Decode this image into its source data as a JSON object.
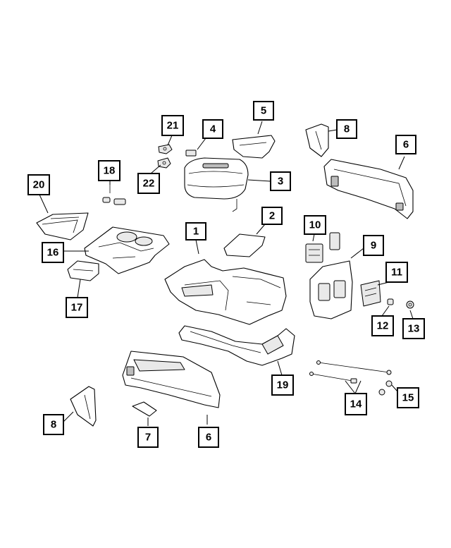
{
  "diagram": {
    "callouts": [
      {
        "id": "c1",
        "label": "1"
      },
      {
        "id": "c2",
        "label": "2"
      },
      {
        "id": "c3",
        "label": "3"
      },
      {
        "id": "c4",
        "label": "4"
      },
      {
        "id": "c5",
        "label": "5"
      },
      {
        "id": "c6a",
        "label": "6"
      },
      {
        "id": "c6b",
        "label": "6"
      },
      {
        "id": "c7",
        "label": "7"
      },
      {
        "id": "c8a",
        "label": "8"
      },
      {
        "id": "c8b",
        "label": "8"
      },
      {
        "id": "c9",
        "label": "9"
      },
      {
        "id": "c10",
        "label": "10"
      },
      {
        "id": "c11",
        "label": "11"
      },
      {
        "id": "c12",
        "label": "12"
      },
      {
        "id": "c13",
        "label": "13"
      },
      {
        "id": "c14",
        "label": "14"
      },
      {
        "id": "c15",
        "label": "15"
      },
      {
        "id": "c16",
        "label": "16"
      },
      {
        "id": "c17",
        "label": "17"
      },
      {
        "id": "c18",
        "label": "18"
      },
      {
        "id": "c19",
        "label": "19"
      },
      {
        "id": "c20",
        "label": "20"
      },
      {
        "id": "c21",
        "label": "21"
      },
      {
        "id": "c22",
        "label": "22"
      }
    ]
  }
}
